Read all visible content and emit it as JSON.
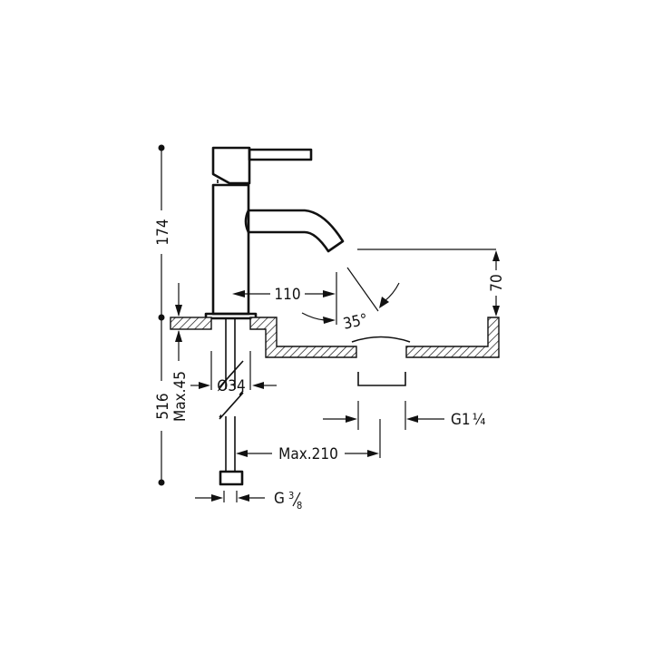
{
  "drawing": {
    "subject": "basin mixer faucet dimension drawing",
    "line_color": "#111111",
    "background": "#ffffff"
  },
  "dimensions": {
    "overall_height": "174",
    "total_length": "516",
    "max_deck_thickness": "Max.45",
    "spout_reach": "110",
    "spout_angle": "35°",
    "spout_clearance": "70",
    "base_diameter": "Ø34",
    "max_hose_offset": "Max.210",
    "drain_thread": {
      "main": "G1",
      "fraction": "¼"
    },
    "supply_thread": {
      "main": "G",
      "fraction_num": "3",
      "fraction_den": "8"
    }
  }
}
